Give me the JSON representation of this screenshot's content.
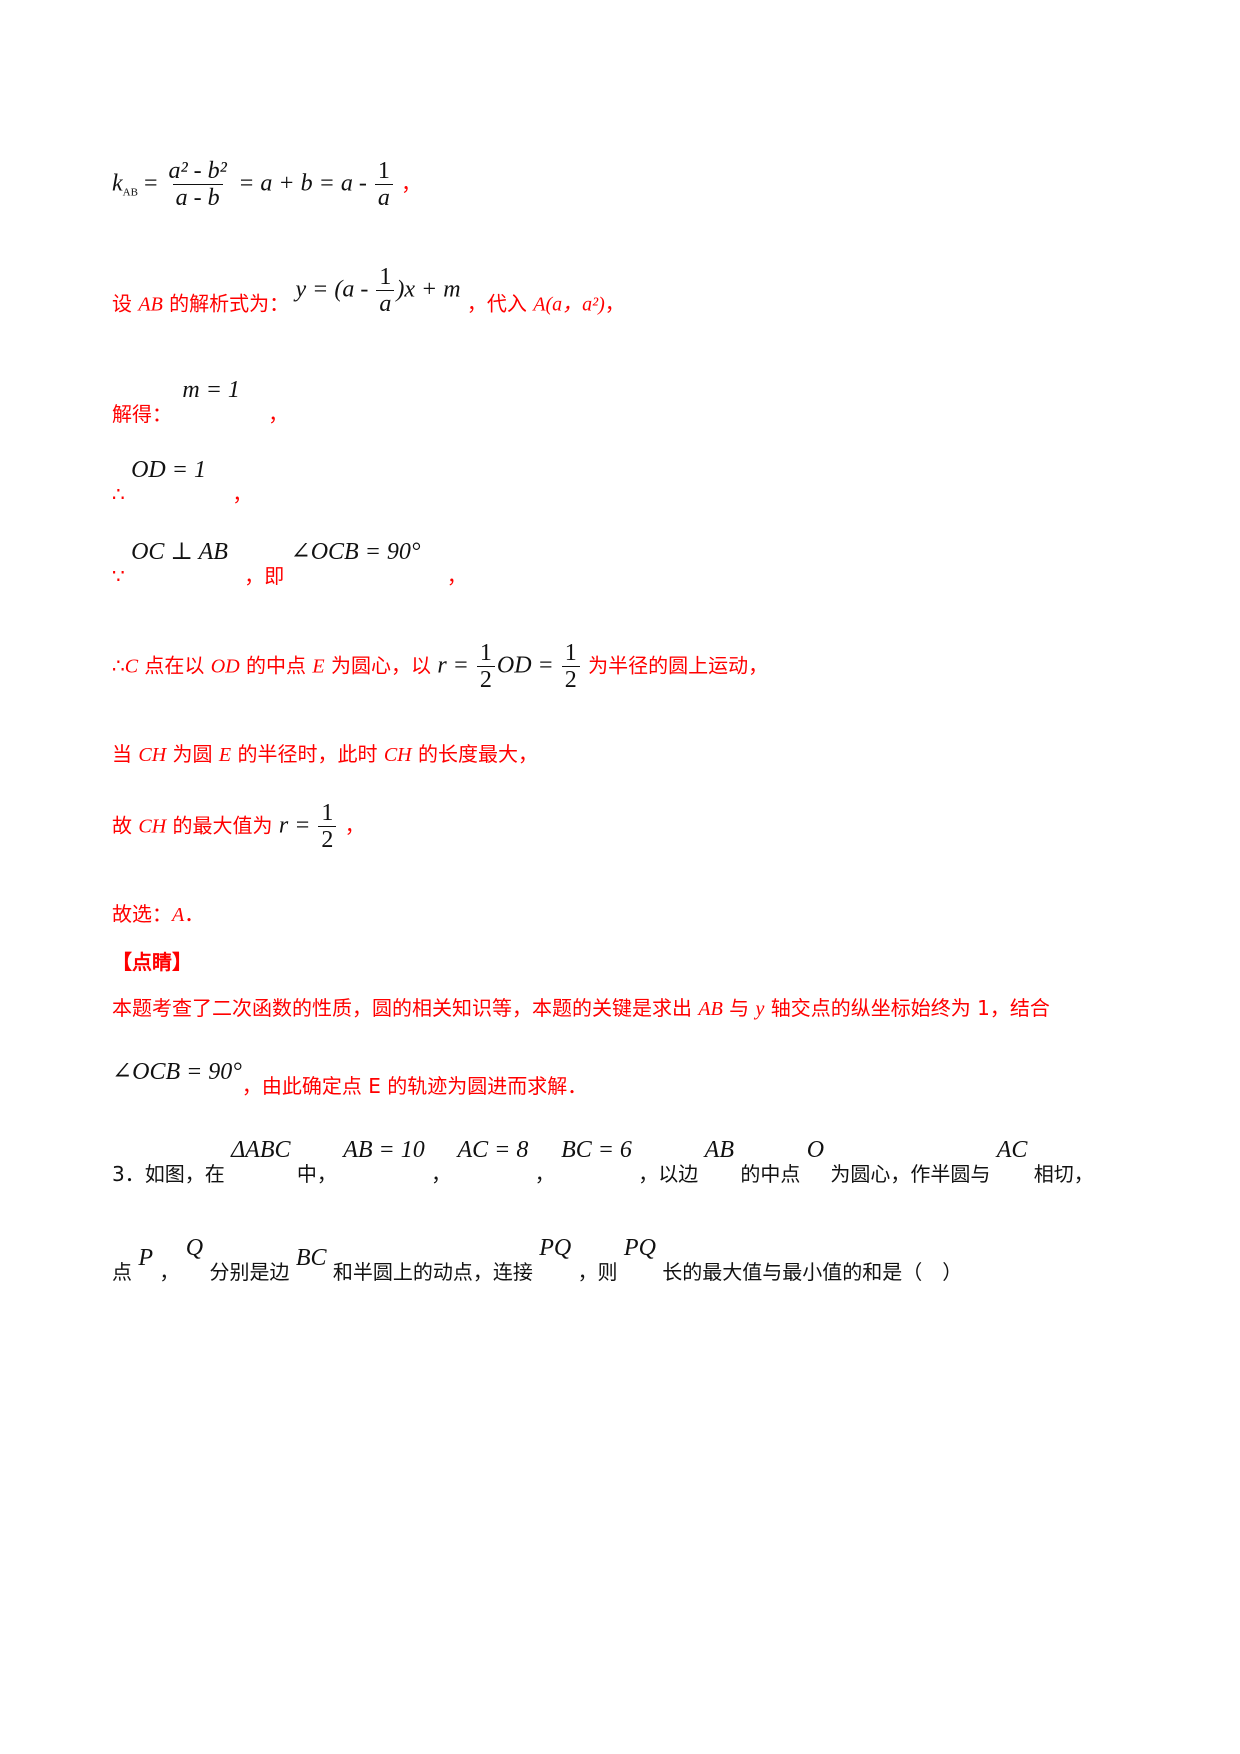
{
  "colors": {
    "solution_text": "#ff0000",
    "math_text": "#111111",
    "question_text": "#111111",
    "background": "#ffffff"
  },
  "lines": {
    "l1": {
      "k": "k",
      "sub": "AB",
      "eq1": " = ",
      "num": "a² - b²",
      "den": "a - b",
      "rest": " = a + b = a - ",
      "f_num": "1",
      "f_den": "a",
      "tail": "，"
    },
    "l2": {
      "prefix": "设 ",
      "ab": "AB",
      "mid": " 的解析式为：",
      "eq_left": "y = (a - ",
      "f_num": "1",
      "f_den": "a",
      "eq_right": ")x + m",
      "suffix1": "，代入 ",
      "point": "A(a，a²)",
      "suffix2": "，"
    },
    "l3": {
      "prefix": "解得：",
      "math": "m = 1",
      "tail": "，"
    },
    "l4": {
      "prefix": "∴",
      "math": "OD = 1",
      "tail": "，"
    },
    "l5": {
      "prefix": "∵",
      "math1": "OC ⊥ AB",
      "mid": "，即",
      "math2": "∠OCB = 90°",
      "tail": "，"
    },
    "l6": {
      "prefix": "∴",
      "c": "C",
      "t1": " 点在以 ",
      "od": "OD",
      "t2": " 的中点 ",
      "e": "E",
      "t3": " 为圆心，以",
      "r": "r = ",
      "f1_num": "1",
      "f1_den": "2",
      "od2": "OD = ",
      "f2_num": "1",
      "f2_den": "2",
      "t4": " 为半径的圆上运动，"
    },
    "l7": {
      "t1": "当 ",
      "ch1": "CH",
      "t2": " 为圆 ",
      "e": "E",
      "t3": " 的半径时，此时 ",
      "ch2": "CH",
      "t4": " 的长度最大，"
    },
    "l8": {
      "t1": "故 ",
      "ch": "CH",
      "t2": " 的最大值为",
      "r": "r = ",
      "f_num": "1",
      "f_den": "2",
      "tail": "，"
    },
    "l9": {
      "text": "故选：",
      "answer": "A",
      "tail": "．"
    },
    "l10": {
      "text": "【点睛】"
    },
    "l11": {
      "t1": "本题考查了二次函数的性质，圆的相关知识等，本题的关键是求出 ",
      "ab": "AB",
      "t2": " 与 ",
      "y": "y",
      "t3": " 轴交点的纵坐标始终为 1，结合"
    },
    "l12": {
      "math": "∠OCB = 90°",
      "text": "，由此确定点 E 的轨迹为圆进而求解．"
    },
    "q3": {
      "number": "3．如图，在",
      "tri": "ΔABC",
      "t1": "中，",
      "ab": "AB = 10",
      "c1": "，",
      "ac": "AC = 8",
      "c2": "，",
      "bc": "BC = 6",
      "t2": "，以边",
      "ab2": "AB",
      "t3": "的中点",
      "o": "O",
      "t4": "为圆心，作半圆与",
      "ac2": "AC",
      "t5": "相切，"
    },
    "q3b": {
      "t0": "点",
      "p": "P",
      "c1": "，",
      "q": "Q",
      "t1": "分别是边",
      "bc": "BC",
      "t2": "和半圆上的动点，连接",
      "pq": "PQ",
      "t3": "，则",
      "pq2": "PQ",
      "t4": "长的最大值与最小值的和是（　）"
    }
  }
}
